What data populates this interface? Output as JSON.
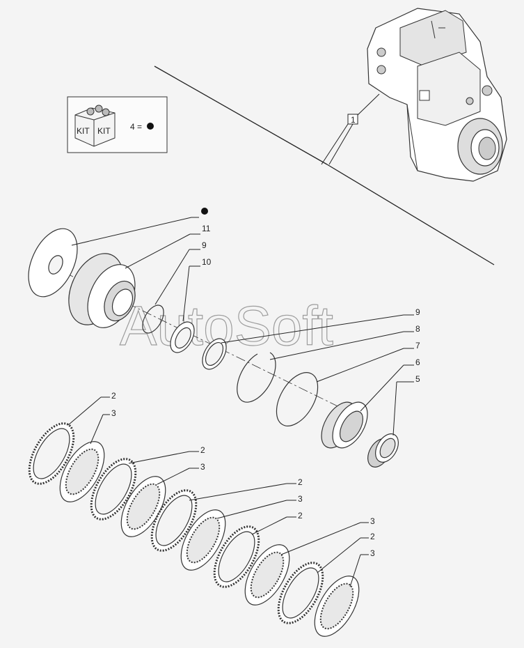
{
  "watermark": "AutoSoft",
  "kit_legend": {
    "box_words": [
      "KIT",
      "KIT"
    ],
    "equation": "4 =",
    "symbol": "filled-circle"
  },
  "callouts": {
    "assembly": "1",
    "kit_marker": "●",
    "c11": "11",
    "c9a": "9",
    "c10": "10",
    "c9b": "9",
    "c8": "8",
    "c7": "7",
    "c6": "6",
    "c5": "5",
    "c2a": "2",
    "c3a": "3",
    "c2b": "2",
    "c3b": "3",
    "c2c": "2",
    "c3c": "3",
    "c2d": "2",
    "c3d": "3",
    "c2e": "2",
    "c3e": "3"
  },
  "colors": {
    "line": "#222222",
    "part_fill": "#ffffff",
    "part_shade": "#dcdcdc",
    "background": "#f4f4f4"
  }
}
